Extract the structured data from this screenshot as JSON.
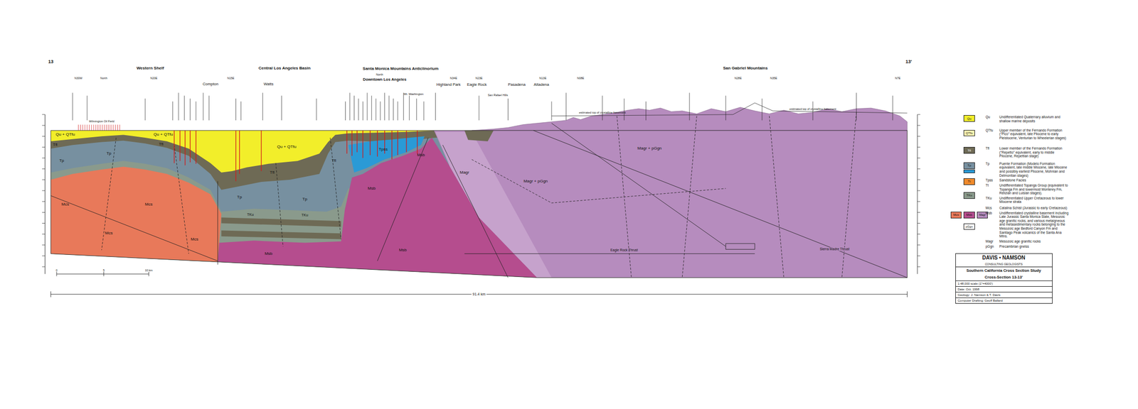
{
  "diagram": {
    "nodes": [
      {
        "text": [
          "DAVIS • NAMSON",
          "CONSULTING GEOLOGISTS",
          "Southern California Cross Section Study",
          "Cross-Section 13-13'",
          "1:48,000 scale (1\"=4000')",
          "Date: Oct. 1998",
          "Geology: J. Namson & T. Davis",
          "Computer Drafting: Geoff Ballard"
        ]
      }
    ],
    "labels": [
      "13",
      "13'",
      "Western Shelf",
      "Central Los Angeles Basin",
      "Santa Monica Mountains Anticlinorium",
      "San Gabriel Mountains",
      "N30W",
      "North",
      "N20E",
      "N15E",
      "North",
      "N34E",
      "N23E",
      "N13E",
      "N08E",
      "N28E",
      "N35E",
      "N7E",
      "Compton",
      "Watts",
      "Downtown Los Angeles",
      "Highland Park",
      "Eagle Rock",
      "Pasadena",
      "Altadena",
      "Mt. Washington",
      "San Rafael Hills",
      "Wilmington Oil Field",
      "estimated top of crystalline basement",
      "estimated top of crystalline basement",
      "Qu + QTfu",
      "Qu + QTfu",
      "Qu + QTfu",
      "Tfl",
      "Tfl",
      "Tfl",
      "Tfl",
      "Tp",
      "Tp",
      "Tp",
      "Tp",
      "Tpss",
      "TKu",
      "TKu",
      "Mcs",
      "Mcs",
      "Mcs",
      "Mcs",
      "Msb",
      "Msb",
      "Msb",
      "Msb",
      "Magr",
      "Magr + pGgn",
      "Magr + pGgn",
      "Eagle Rock Thrust",
      "Sierra Madre Thrust",
      "0",
      "5",
      "10 km",
      "91.4 km",
      "Qu",
      "Qu",
      "QTfu",
      "QTfu",
      "Tfl",
      "Tfl",
      "Tp",
      "Tp",
      "Tpss",
      "Tt",
      "Tt",
      "TKu",
      "TKu",
      "Mcs",
      "Msb",
      "Magr",
      "Mcs",
      "Msb",
      "Magr",
      "pGgn",
      "pGgn"
    ],
    "legend": [
      {
        "text": "Undifferentiated Quaternary alluvium and shallow marine deposits",
        "color": "#f2ee2a"
      },
      {
        "text": "Upper member of the Fernando Formation (\"Pico\" equivalent, late Pliocene to early Pleistocene, Venturian to Wheelerian stages)",
        "color": "#fbf6b4"
      },
      {
        "text": "Lower member of the Fernando Formation (\"Repetto\" equivalent, early to middle Pliocene, Repettian stage)",
        "color": "#6e6a55"
      },
      {
        "text": "Puente Formation (Modelo Formation equivalent, late middle Miocene, late Miocene and possibly earliest Pliocene, Mohnian and Delmontian stages)",
        "color": "#7790a0"
      },
      {
        "text": "Sandstone Facies",
        "color": "#2a9ad6"
      },
      {
        "text": "Undifferentiated Topanga Group (equivalent to Topanga Fm and lowermost Monterey Fm, Relizian and Luisian stages).",
        "color": "#f08a2c"
      },
      {
        "text": "Undifferentiated Upper Cretaceous to lower Miocene strata",
        "color": "#8a9a8c"
      },
      {
        "text": "Catalina Schist (Jurassic to early Cretaceous)",
        "color": "#e8795a"
      },
      {
        "text": "Undifferentiated crystalline basement including Late Jurassic Santa Monica Slate, Mesozoic age granitic rocks, and various metaigneous and metasedimentary rocks belonging to the Mesozoic age Bedford Canyon Fm and Santiago Peak volcanics of the Santa Ana Mtns.",
        "color": "#b54d8e"
      },
      {
        "text": "Mesozoic age granitic rocks",
        "color": "#b68cbe"
      },
      {
        "text": "Precambrian gneiss",
        "color": "#ffffff"
      }
    ]
  }
}
